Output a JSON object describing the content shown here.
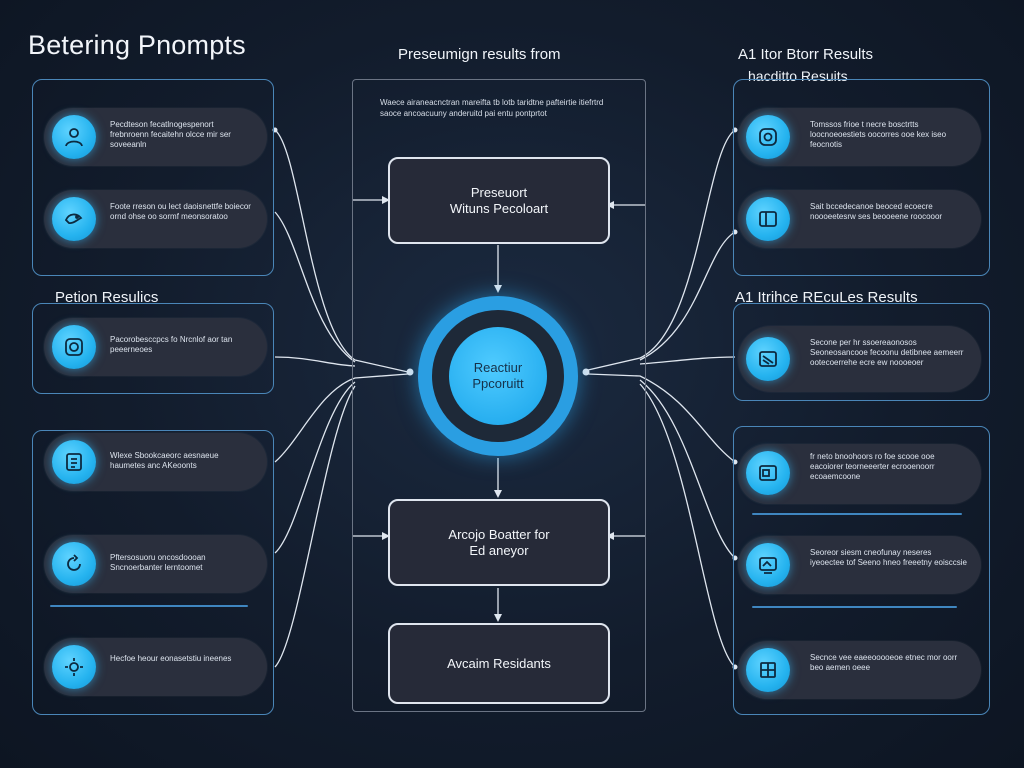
{
  "header": {
    "title": "Betering Pnompts",
    "center_title": "Preseumign results from",
    "right_title": "A1 Itor Btorr Results",
    "right_subtitle": "hacditto Resuits"
  },
  "left_section_label": "Petion Resulics",
  "right_section_label": "A1 Itrihce REcuLes Results",
  "center_text": "Waece airaneacnctran mareifta tb lotb taridtne pafteirtie itiefrtrd saoce ancoacuuny anderuitd pai entu pontprtot",
  "flow": {
    "box1": {
      "line1": "Preseuort",
      "line2": "Wituns Pecoloart"
    },
    "circle": {
      "line1": "Reactiur",
      "line2": "Ppcoruitt"
    },
    "box2": {
      "line1": "Arcojo Boatter for",
      "line2": "Ed aneyor"
    },
    "box3": {
      "line1": "Avcaim Residants"
    }
  },
  "left_cards": [
    {
      "icon": "user-icon",
      "text": "Pecdteson fecatlnogespenort frebnroenn fecaitehn olcce mir ser soveeanln"
    },
    {
      "icon": "bird-icon",
      "text": "Foote rreson ou lect daoisnettfe boiecor ornd ohse oo sormf meonsoratoo"
    },
    {
      "icon": "search-icon",
      "text": "Pacorobesccpcs fo Nrcnlof aor tan peeerneoes"
    },
    {
      "icon": "document-icon",
      "text": "Wlexe Sbookcaeorc aesnaeue haumetes anc AKeoonts"
    },
    {
      "icon": "refresh-icon",
      "text": "Pftersosuoru oncosdoooan Sncnoerbanter lerntoomet"
    },
    {
      "icon": "gear-icon",
      "text": "Hecfoe heour eonasetstiu ineenes"
    }
  ],
  "right_cards": [
    {
      "icon": "target-icon",
      "text": "Tomssos frioe t necre bosctrtts loocnoeoestiets oocorres ooe kex iseo feocnotis"
    },
    {
      "icon": "image-icon",
      "text": "Sait bccedecanoe beoced ecoecre noooeetesrw ses beooeene roocooor"
    },
    {
      "icon": "chart-icon",
      "text": "Secone per hr ssoereaonosos Seoneosancooe fecoonu detibnee aemeerr ootecoerrehe ecre ew noooeoer"
    },
    {
      "icon": "layout-icon",
      "text": "fr neto bnoohoors ro foe scooe ooe eacoiorer teorneeerter ecrooenoorr ecoaemcoone"
    },
    {
      "icon": "monitor-icon",
      "text": "Seoreor siesm cneofunay neseres iyeoectee tof Seeno hneo freeetny eoisccsie"
    },
    {
      "icon": "grid-icon",
      "text": "Secnce vee eaeeooooeoe etnec mor oorr beo aemen oeee"
    }
  ],
  "colors": {
    "accent": "#29aef0",
    "panel_border": "#4a86b8",
    "card_bg": "#2a2f3d",
    "background": "#131d2d"
  }
}
